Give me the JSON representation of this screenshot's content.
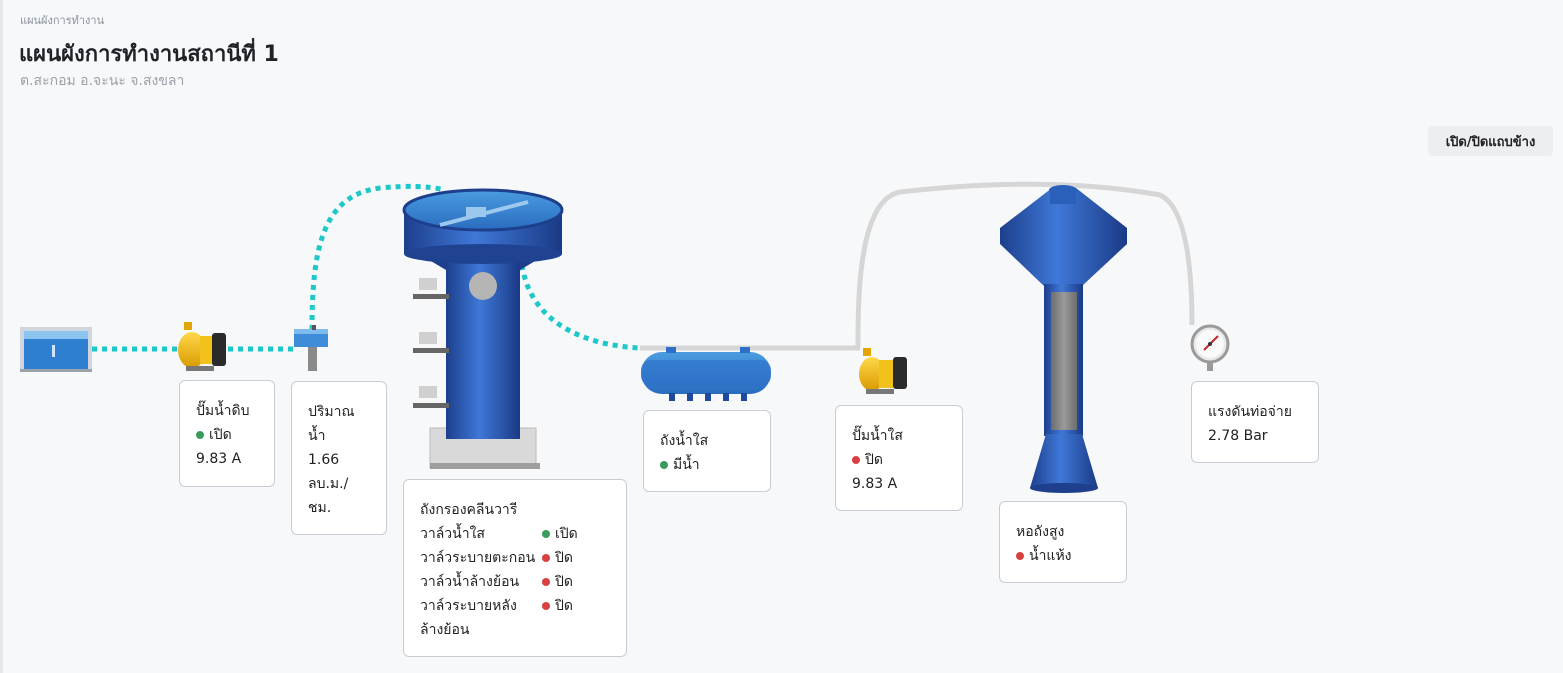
{
  "breadcrumb": "แผนผังการทำงาน",
  "page_title": "แผนผังการทำงานสถานีที่ 1",
  "subtitle": "ต.สะกอม อ.จะนะ จ.สงขลา",
  "toggle_sidebar_label": "เปิด/ปิดแถบข้าง",
  "colors": {
    "on": "#3a9c5c",
    "off": "#d94141",
    "accent": "#2b5fb8",
    "flow": "#1ec8c8",
    "pipe": "#d6d6d6"
  },
  "raw_pump": {
    "title": "ปั๊มน้ำดิบ",
    "status": "เปิด",
    "status_color": "green",
    "current": "9.83 A"
  },
  "flow_meter": {
    "title": "ปริมาณน้ำ",
    "value": "1.66",
    "unit": "ลบ.ม./ชม."
  },
  "filter_tank": {
    "title": "ถังกรองคลีนวารี",
    "valves": [
      {
        "name": "วาล์วน้ำใส",
        "status": "เปิด",
        "status_color": "green"
      },
      {
        "name": "วาล์วระบายตะกอน",
        "status": "ปิด",
        "status_color": "red"
      },
      {
        "name": "วาล์วน้ำล้างย้อน",
        "status": "ปิด",
        "status_color": "red"
      },
      {
        "name": "วาล์วระบายหลังล้างย้อน",
        "status": "ปิด",
        "status_color": "red"
      }
    ]
  },
  "clear_tank": {
    "title": "ถังน้ำใส",
    "status": "มีน้ำ",
    "status_color": "green"
  },
  "clear_pump": {
    "title": "ปั๊มน้ำใส",
    "status": "ปิด",
    "status_color": "red",
    "current": "9.83 A"
  },
  "high_tower": {
    "title": "หอถังสูง",
    "status": "น้ำแห้ง",
    "status_color": "red"
  },
  "pressure": {
    "title": "แรงดันท่อจ่าย",
    "value": "2.78 Bar"
  }
}
